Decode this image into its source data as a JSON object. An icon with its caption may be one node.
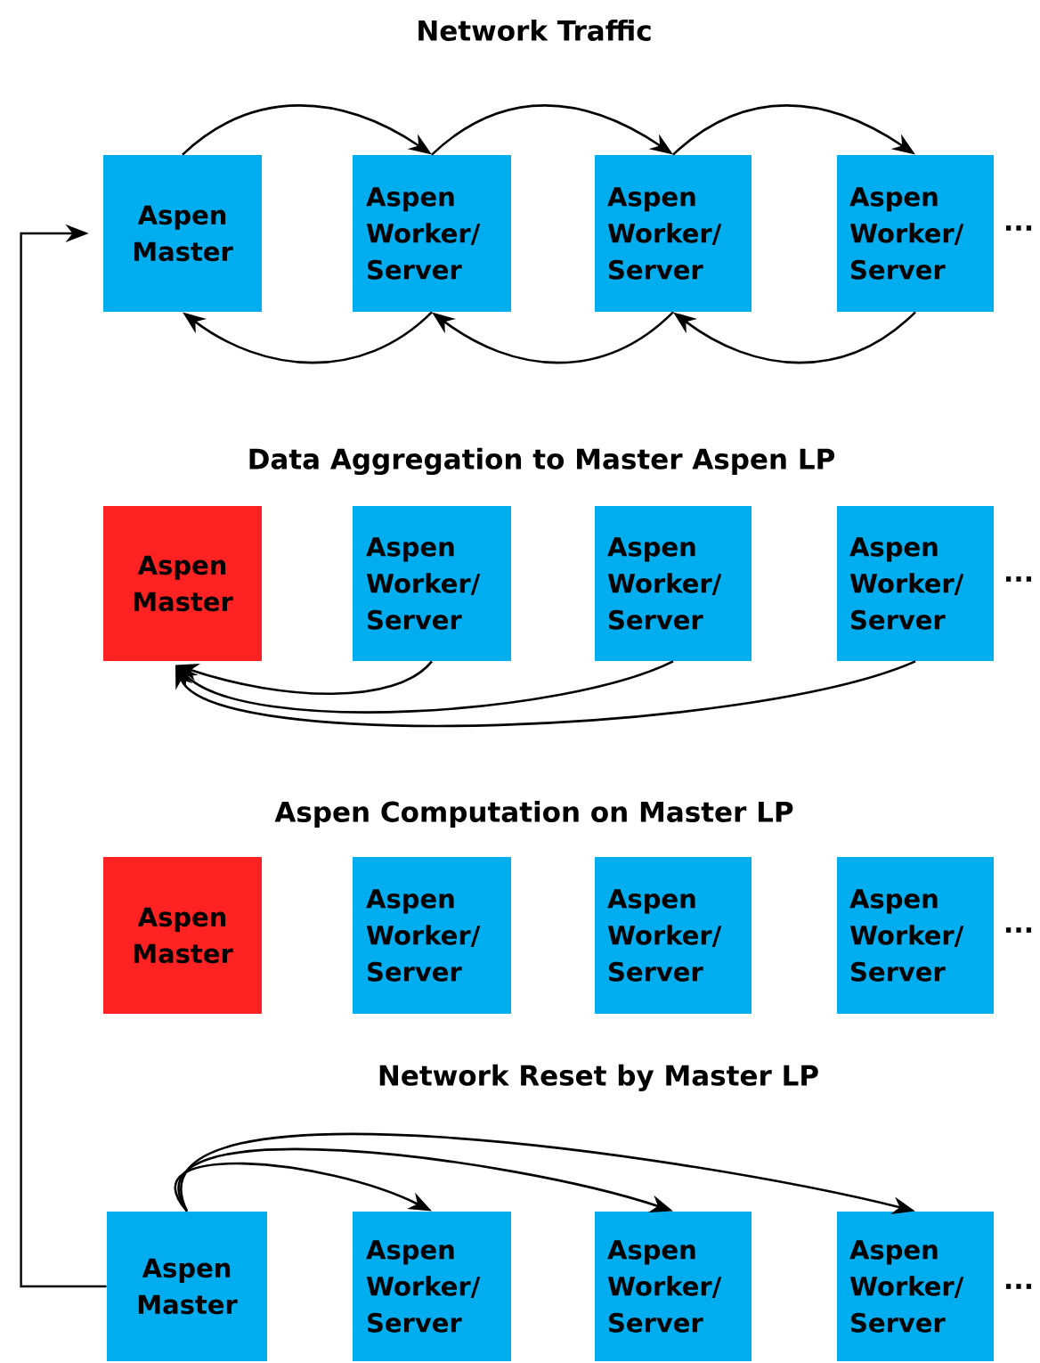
{
  "diagram": {
    "nodes": [
      {
        "text": [
          "Aspen Master"
        ]
      },
      {
        "text": [
          "Aspen Worker/ Server"
        ]
      },
      {
        "text": [
          "Aspen Worker/ Server"
        ]
      },
      {
        "text": [
          "Aspen Worker/ Server"
        ]
      },
      {
        "text": [
          "Aspen Master"
        ]
      },
      {
        "text": [
          "Aspen Worker/ Server"
        ]
      },
      {
        "text": [
          "Aspen Worker/ Server"
        ]
      },
      {
        "text": [
          "Aspen Worker/ Server"
        ]
      },
      {
        "text": [
          "Aspen Master"
        ]
      },
      {
        "text": [
          "Aspen Worker/ Server"
        ]
      },
      {
        "text": [
          "Aspen Worker/ Server"
        ]
      },
      {
        "text": [
          "Aspen Worker/ Server"
        ]
      },
      {
        "text": [
          "Aspen Master"
        ]
      },
      {
        "text": [
          "Aspen Worker/ Server"
        ]
      },
      {
        "text": [
          "Aspen Worker/ Server"
        ]
      },
      {
        "text": [
          "Aspen Worker/ Server"
        ]
      }
    ],
    "edges": [
      {
        "from": 0,
        "to": 1,
        "arrow": "to"
      },
      {
        "from": 1,
        "to": 2,
        "arrow": "to"
      },
      {
        "from": 2,
        "to": 3,
        "arrow": "to"
      },
      {
        "from": 1,
        "to": 0,
        "arrow": "to"
      },
      {
        "from": 2,
        "to": 1,
        "arrow": "to"
      },
      {
        "from": 3,
        "to": 2,
        "arrow": "to"
      },
      {
        "from": 5,
        "to": 4,
        "arrow": "to"
      },
      {
        "from": 6,
        "to": 4,
        "arrow": "to"
      },
      {
        "from": 7,
        "to": 4,
        "arrow": "to"
      },
      {
        "from": 12,
        "to": 13,
        "arrow": "to"
      },
      {
        "from": 12,
        "to": 14,
        "arrow": "to"
      },
      {
        "from": 12,
        "to": 15,
        "arrow": "to"
      },
      {
        "from": 12,
        "to": 0,
        "arrow": "to"
      }
    ],
    "labels": [
      "Network Traffic",
      "...",
      "Data Aggregation to Master Aspen LP",
      "...",
      "Aspen Computation on Master LP",
      "...",
      "Network Reset by Master LP",
      "..."
    ]
  }
}
